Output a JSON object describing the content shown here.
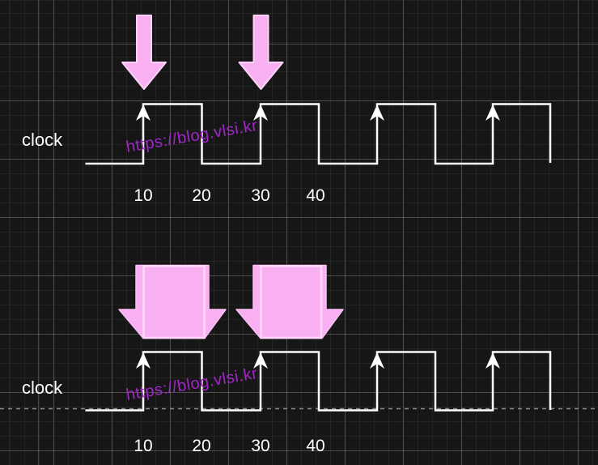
{
  "watermark": {
    "text": "https://blog.vlsi.kr",
    "color": "#a226c9"
  },
  "colors": {
    "background": "#161616",
    "grid_minor": "#242424",
    "grid_major": "#3f3f3f",
    "waveform": "#ffffff",
    "marker_pink": "#f9b0f2",
    "marker_pink_edge": "#ffd7fa",
    "baseline_dash": "#8c8c8c"
  },
  "panels": [
    {
      "signal_label": "clock",
      "tick_labels": [
        "10",
        "20",
        "30",
        "40"
      ],
      "markers": {
        "shape": "narrow-down-arrow",
        "at_tick_labels": [
          "10",
          "30"
        ]
      }
    },
    {
      "signal_label": "clock",
      "tick_labels": [
        "10",
        "20",
        "30",
        "40"
      ],
      "markers": {
        "shape": "wide-down-arrow",
        "covering_spans": [
          "10-20",
          "30-40"
        ]
      },
      "baseline": "dashed line at low level"
    }
  ],
  "waveform": {
    "kind": "clock-square-wave",
    "rising_edge_arrowheads": true,
    "rising_edges_at_labeled_ticks": [
      "10",
      "30"
    ],
    "falling_edges_at_labeled_ticks": [
      "20",
      "40"
    ]
  }
}
